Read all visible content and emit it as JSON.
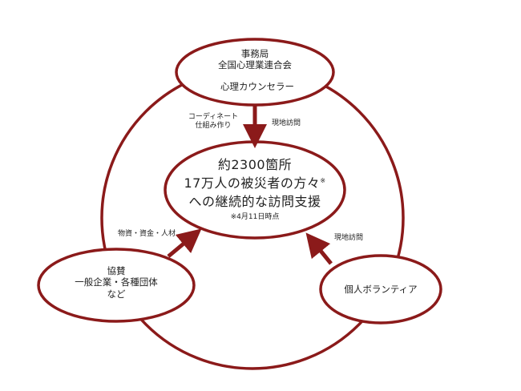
{
  "nodes": {
    "top": {
      "line1": "事務局",
      "line2": "全国心理業連合会",
      "line3": "心理カウンセラー"
    },
    "center": {
      "line1": "約2300箇所",
      "line2": "17万人の被災者の方々",
      "line2_mark": "※",
      "line3": "への継続的な訪問支援",
      "note": "※4月11日時点"
    },
    "left": {
      "line1": "協賛",
      "line2": "一般企業・各種団体",
      "line3": "など"
    },
    "right": {
      "line1": "個人ボランティア"
    }
  },
  "labels": {
    "top_left_1": "コーディネート",
    "top_left_2": "仕組み作り",
    "top_right": "現地訪問",
    "left_arrow": "物資・資金・人材",
    "right_arrow": "現地訪問"
  },
  "colors": {
    "stroke": "#8b1a1a"
  }
}
